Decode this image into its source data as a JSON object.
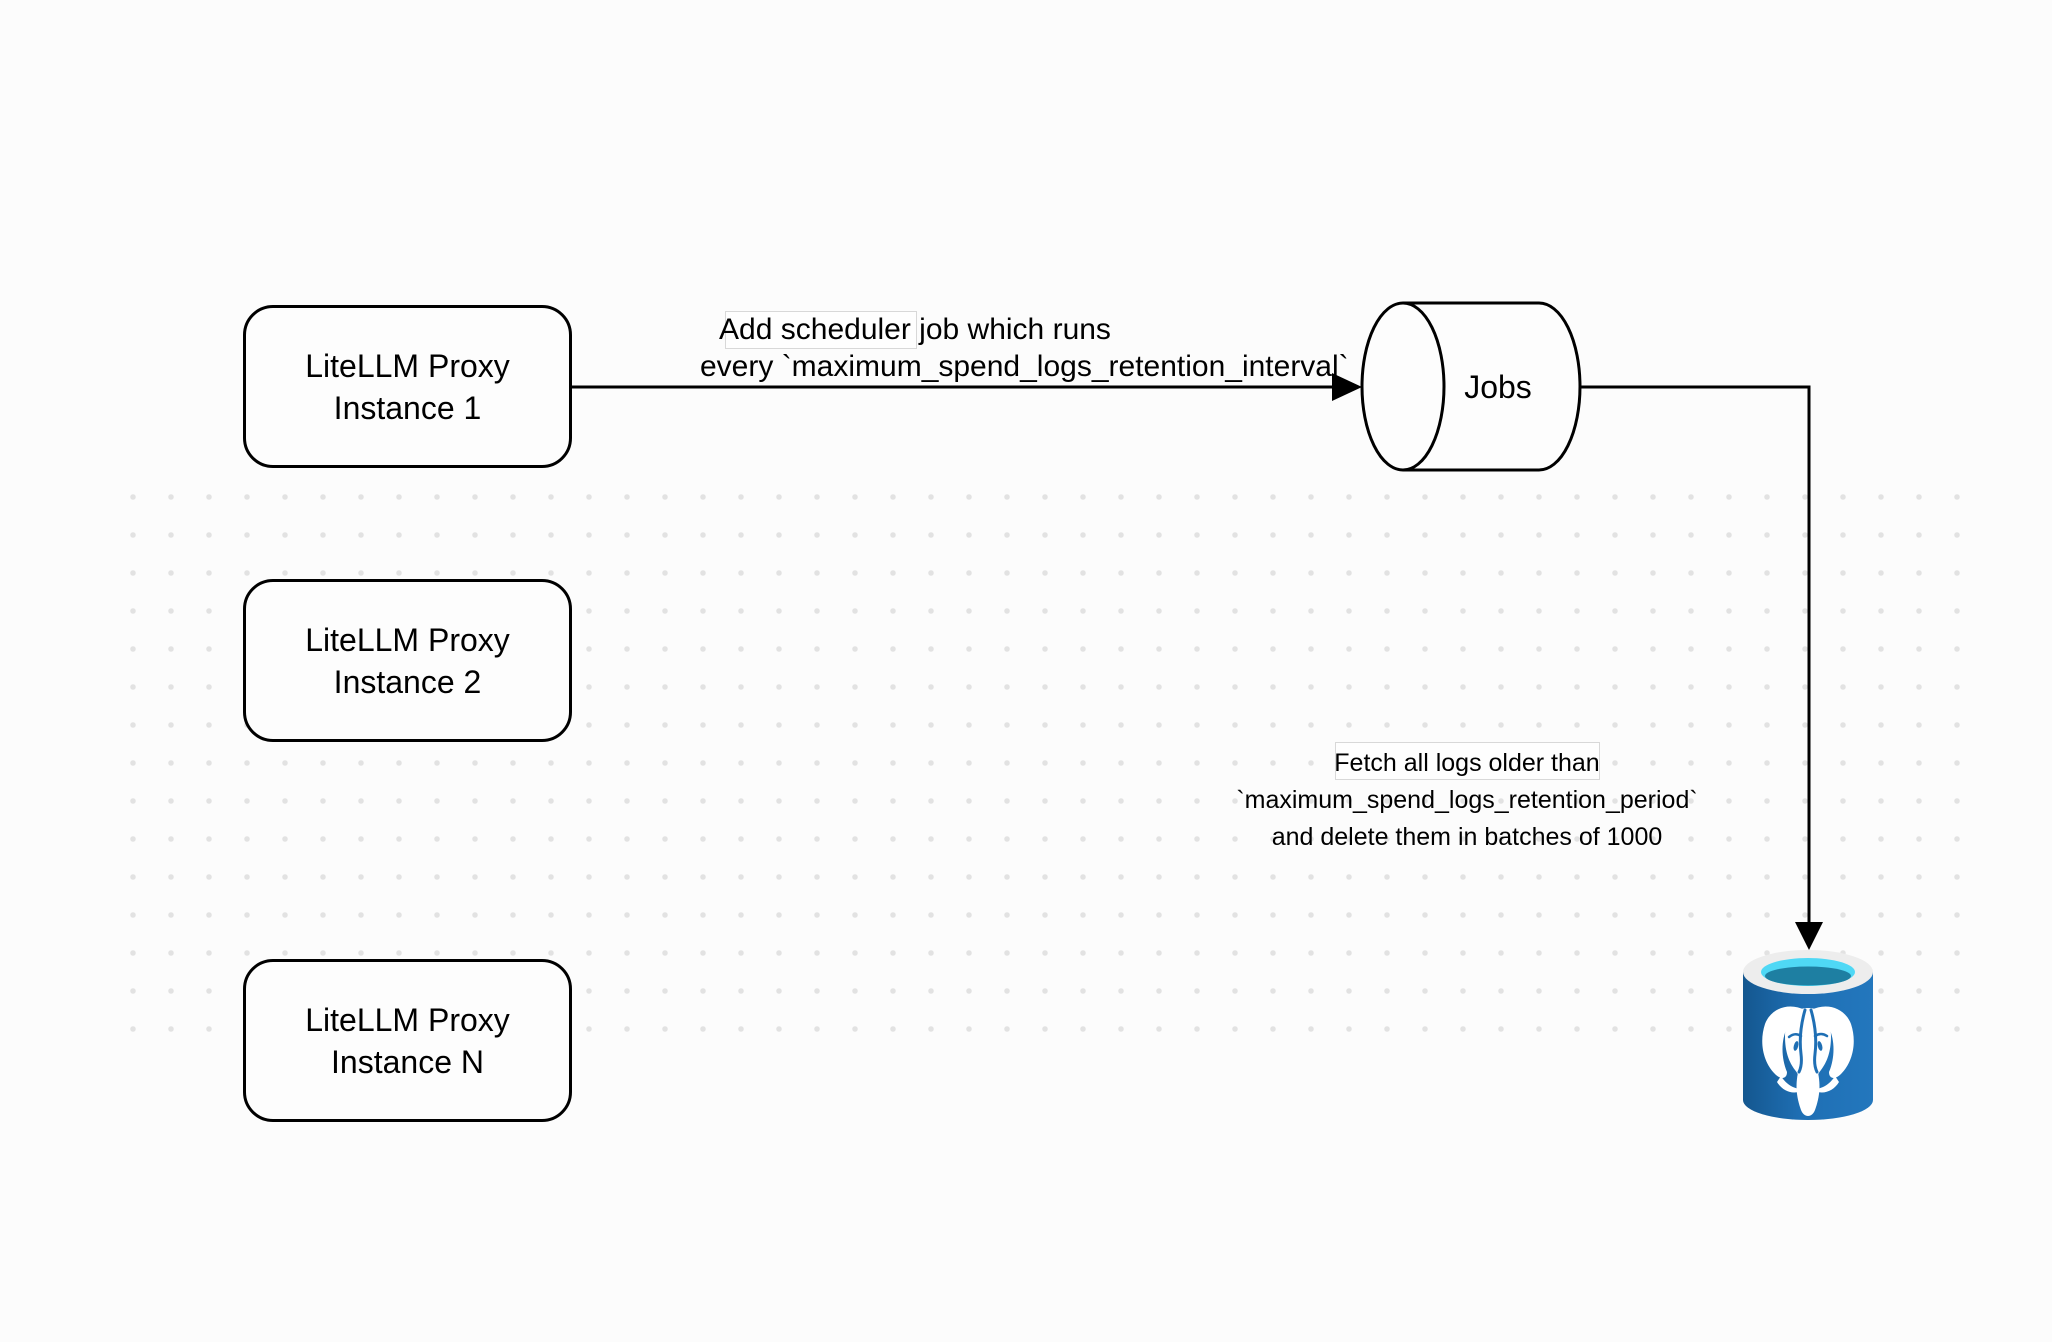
{
  "nodes": {
    "instance1": {
      "line1": "LiteLLM Proxy",
      "line2": "Instance 1"
    },
    "instance2": {
      "line1": "LiteLLM Proxy",
      "line2": "Instance 2"
    },
    "instanceN": {
      "line1": "LiteLLM Proxy",
      "line2": "Instance N"
    },
    "jobs": {
      "label": "Jobs"
    }
  },
  "edges": {
    "scheduler_label": {
      "line1": "Add scheduler job which runs",
      "line2": "every `maximum_spend_logs_retention_interval`"
    },
    "fetch_label": {
      "line1": "Fetch all logs older than",
      "line2": "`maximum_spend_logs_retention_period`",
      "line3": "and delete them in batches of 1000"
    }
  },
  "icons": {
    "database": "postgresql-database-icon"
  },
  "colors": {
    "background": "#fcfcfc",
    "stroke": "#000000",
    "grid_dot": "#e2e2e2",
    "label_box_border": "#d8d8d8",
    "postgres_blue": "#1f6fb4",
    "postgres_blue_dark": "#14578f",
    "postgres_rim": "#ededed",
    "postgres_cyan": "#4fd8f5",
    "postgres_teal": "#1e7fa2",
    "postgres_elephant": "#ffffff"
  }
}
